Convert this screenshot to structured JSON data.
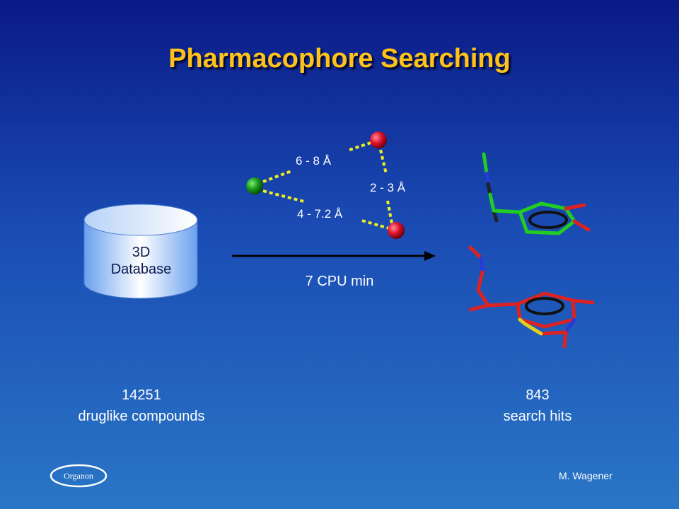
{
  "title": "Pharmacophore Searching",
  "database": {
    "label_line1": "3D",
    "label_line2": "Database"
  },
  "left_caption": {
    "count": "14251",
    "text": "druglike compounds"
  },
  "right_caption": {
    "count": "843",
    "text": "search hits"
  },
  "arrow_label": "7 CPU min",
  "distances": {
    "top": "6 - 8 Å",
    "right": "2 - 3 Å",
    "bottom": "4 - 7.2 Å"
  },
  "author": "M. Wagener",
  "logo_text": "Organon",
  "colors": {
    "title": "#ffc21a",
    "background_top": "#0a1a86",
    "background_bottom": "#2a76c6",
    "pharmacophore_green": "#1a9a1a",
    "pharmacophore_red": "#e0102a",
    "distance_line": "#f0f020"
  }
}
